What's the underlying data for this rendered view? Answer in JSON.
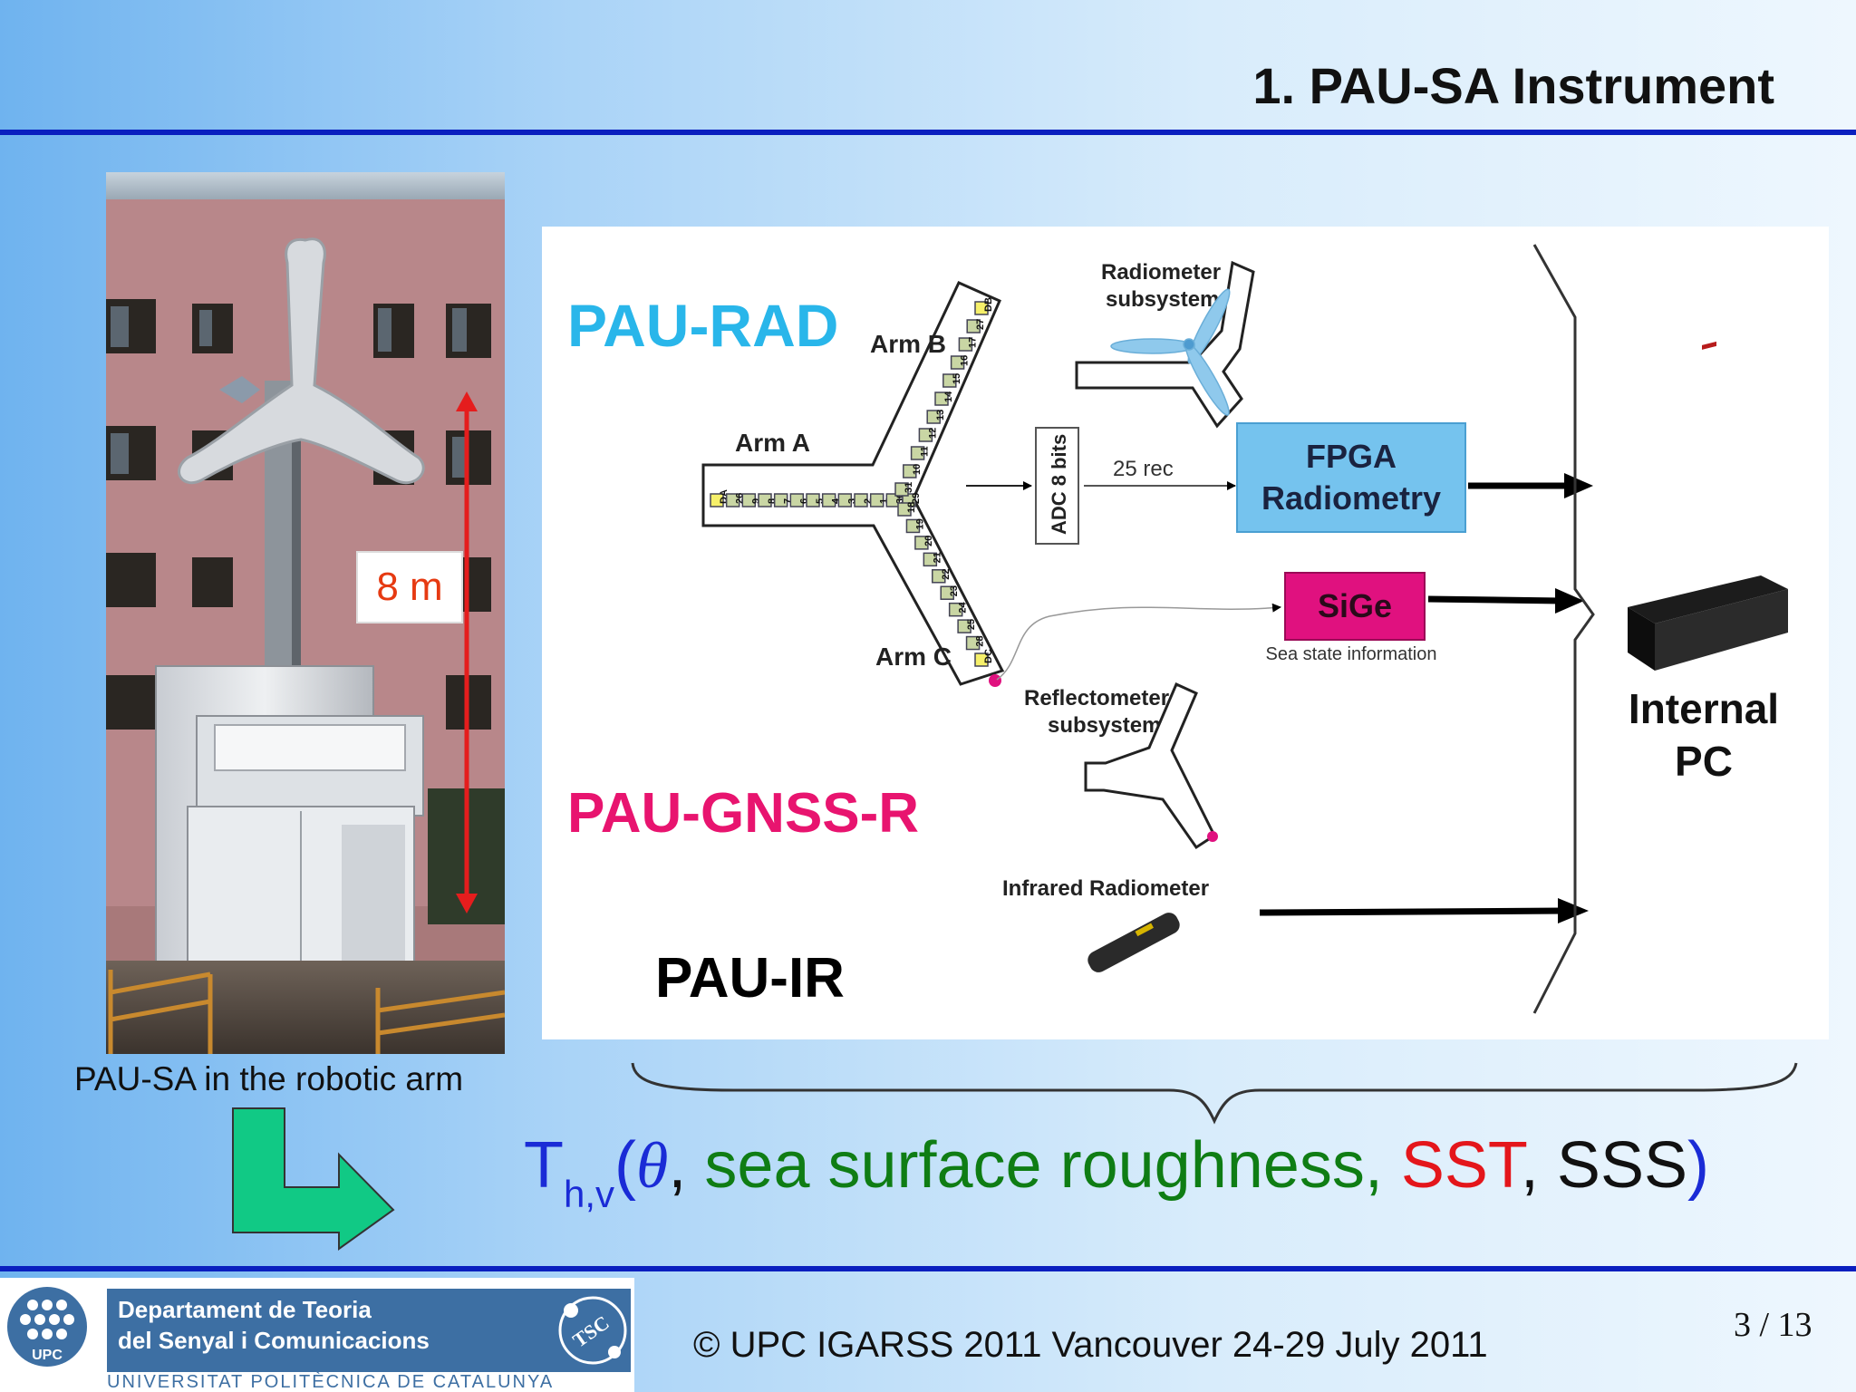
{
  "header": {
    "title": "1. PAU-SA Instrument"
  },
  "photo": {
    "caption": "PAU-SA in the robotic arm",
    "height_label": "8 m"
  },
  "diagram": {
    "pau_rad": "PAU-RAD",
    "pau_gnss_r": "PAU-GNSS-R",
    "pau_ir": "PAU-IR",
    "radiometer_subsystem": [
      "Radiometer",
      "subsystem"
    ],
    "reflectometer_subsystem": [
      "Reflectometer",
      "subsystem"
    ],
    "arm_a": "Arm A",
    "arm_b": "Arm B",
    "arm_c": "Arm C",
    "adc": "ADC 8 bits",
    "rec": "25 rec",
    "fpga": [
      "FPGA",
      "Radiometry"
    ],
    "sige": "SiGe",
    "sea_state": "Sea state information",
    "infrared": "Infrared Radiometer",
    "internal_pc": [
      "Internal",
      "PC"
    ],
    "arm_a_labels": [
      "DA",
      "26",
      "9",
      "8",
      "7",
      "6",
      "5",
      "4",
      "3",
      "2",
      "1",
      "30",
      "29"
    ],
    "arm_b_labels": [
      "DB",
      "27",
      "17",
      "16",
      "15",
      "14",
      "13",
      "12",
      "11",
      "10",
      "31"
    ],
    "arm_c_labels": [
      "18",
      "19",
      "20",
      "21",
      "22",
      "23",
      "24",
      "25",
      "28",
      "DC"
    ]
  },
  "formula": {
    "T": "T",
    "sub": "h,v",
    "open": "(",
    "theta": "θ",
    "comma1": ",",
    "roughness": " sea surface roughness,",
    "sst": " SST",
    "comma2": ",",
    "sss": " SSS",
    "close": ")"
  },
  "footer": {
    "logo_text": "UPC",
    "dept_line1": "Departament de Teoria",
    "dept_line2": "del Senyal i Comunicacions",
    "university": "UNIVERSITAT POLITÈCNICA DE CATALUNYA",
    "tsc_logo": "TSC",
    "conference": "© UPC IGARSS 2011 Vancouver 24-29 July 2011",
    "page": "3 / 13"
  },
  "colors": {
    "pau_rad": "#29b6ea",
    "pau_gnss_r": "#e8146f",
    "fpga_box": "#75c3ee",
    "sige_box": "#e0117f",
    "formula_blue": "#1a2bd6",
    "formula_green": "#0f7d14",
    "formula_red": "#e4161b",
    "rule": "#0a1fbf",
    "arrow_green": "#11c985",
    "scale_arrow": "#e51d1d"
  }
}
